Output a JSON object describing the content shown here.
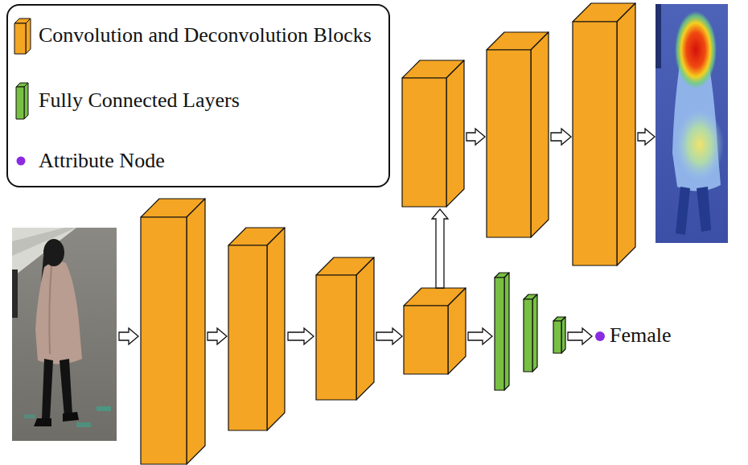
{
  "diagram": {
    "labels": [
      "Female"
    ],
    "legend": [
      {
        "text": "Convolution and Deconvolution Blocks"
      },
      {
        "text": "Fully Connected Layers"
      },
      {
        "text": "Attribute Node"
      }
    ]
  }
}
